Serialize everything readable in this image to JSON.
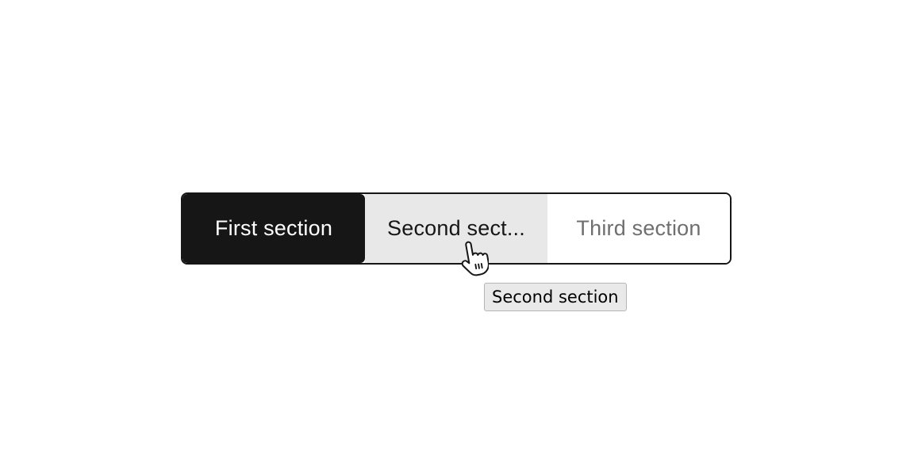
{
  "switcher": {
    "sections": [
      {
        "label": "First section",
        "state": "selected"
      },
      {
        "label": "Second sect...",
        "state": "hovered"
      },
      {
        "label": "Third section",
        "state": "default"
      }
    ]
  },
  "tooltip": {
    "text": "Second section"
  },
  "cursor": {
    "type": "pointer-hand"
  },
  "colors": {
    "selected_bg": "#161616",
    "selected_text": "#ffffff",
    "hover_bg": "#e8e8e8",
    "hover_text": "#161616",
    "default_bg": "#ffffff",
    "default_text": "#6f6f6f",
    "border": "#161616",
    "tooltip_bg": "#e9e9e9",
    "tooltip_border": "#b5b5b5",
    "tooltip_text": "#000000"
  }
}
